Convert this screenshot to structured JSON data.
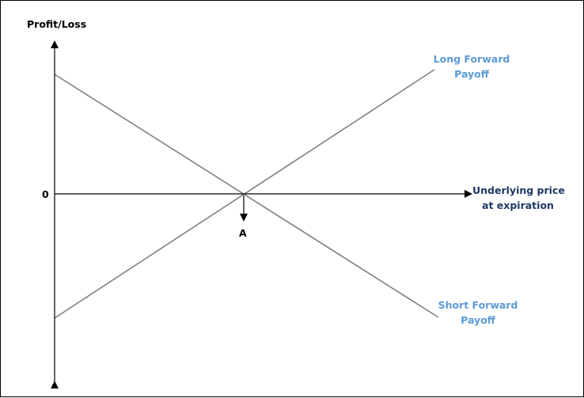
{
  "y_axis_label": "Profit/Loss",
  "x_axis_label_line1": "Underlying price",
  "x_axis_label_line2": "at expiration",
  "zero_label": "0",
  "point_label": "A",
  "long_label_line1": "Long Forward",
  "long_label_line2": "Payoff",
  "short_label_line1": "Short Forward",
  "short_label_line2": "Payoff",
  "colors": {
    "axis": "#000000",
    "payoff_line": "#808080",
    "curve_label": "#5b9bd5",
    "x_axis_label": "#1f3864",
    "text": "#000000"
  }
}
